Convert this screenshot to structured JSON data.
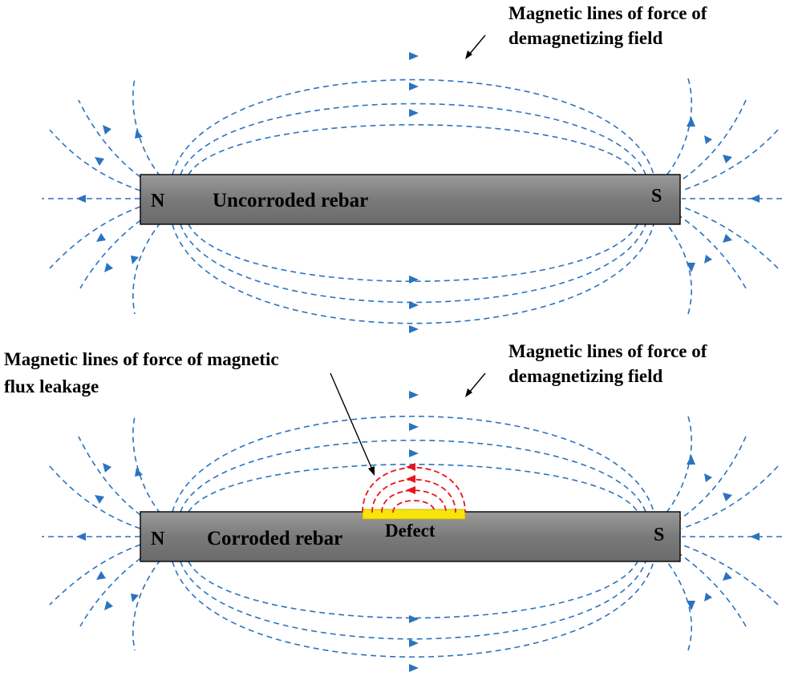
{
  "colors": {
    "field_line": "#2a73c0",
    "leakage_line": "#e8161c",
    "bar": "#7f7f7f",
    "defect": "#f5e50c"
  },
  "top_diagram": {
    "annotation_line1": "Magnetic lines of force of",
    "annotation_line2": "demagnetizing field",
    "bar_label": "Uncorroded rebar",
    "north_label": "N",
    "south_label": "S"
  },
  "bottom_diagram": {
    "annotation_line1": "Magnetic lines of force of",
    "annotation_line2": "demagnetizing field",
    "leakage_line1": "Magnetic lines of force of magnetic",
    "leakage_line2": "flux leakage",
    "bar_label": "Corroded rebar",
    "defect_label": "Defect",
    "north_label": "N",
    "south_label": "S"
  }
}
